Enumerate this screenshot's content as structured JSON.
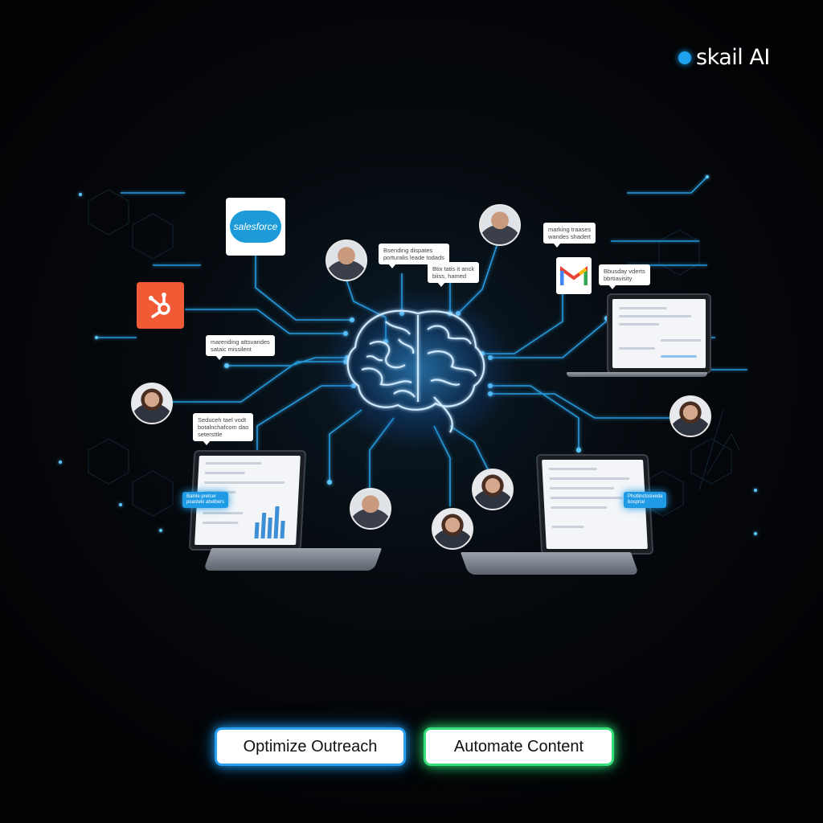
{
  "brand": {
    "name": "skail AI",
    "accent": "#1ea2f0"
  },
  "logos": {
    "salesforce": {
      "label": "salesforce",
      "color": "#1d9bd8"
    },
    "hubspot": {
      "icon": "hubspot-icon",
      "color": "#f05a35"
    },
    "gmail": {
      "icon": "gmail-icon"
    }
  },
  "bubbles": [
    "Bsending dispates\nporturalis leade todads",
    "Btix tatis it anck\nbiiss, hamed",
    "marking traases\nwandes shadert",
    "Bbusday vderts\nbbrtiavisity",
    "marending attsvandes\nsataic missilent",
    "Seduceh tael vodt\nbotalnchafcom dao\nsetersttle"
  ],
  "laptop_tags": {
    "left": "Balnle pretcer\npoasteki abelbers",
    "right": "Photlinctssiveda\nbosprial"
  },
  "buttons": {
    "optimize": "Optimize Outreach",
    "automate": "Automate Content"
  },
  "colors": {
    "network": "#2aa8f0",
    "button_blue": "#2aa0f2",
    "button_green": "#35e07a"
  }
}
